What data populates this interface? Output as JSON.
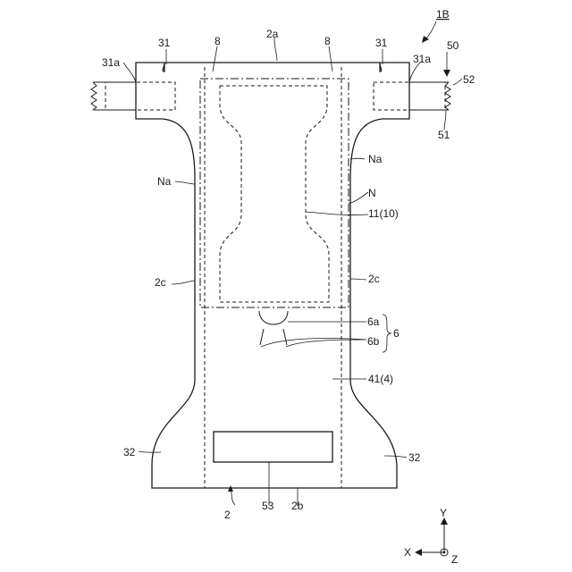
{
  "labels": {
    "fig_ref": "1B",
    "l31_left": "31",
    "l8_left": "8",
    "l2a": "2a",
    "l8_right": "8",
    "l31_right": "31",
    "l50": "50",
    "l31a_left": "31a",
    "l31a_right": "31a",
    "l52": "52",
    "l51": "51",
    "na_right": "Na",
    "na_left": "Na",
    "n": "N",
    "l11": "11(10)",
    "l2c_left": "2c",
    "l2c_right": "2c",
    "l6a": "6a",
    "l6": "6",
    "l6b": "6b",
    "l41": "41(4)",
    "l32_left": "32",
    "l32_right": "32",
    "l2": "2",
    "l53": "53",
    "l2b": "2b",
    "axis_y": "Y",
    "axis_x": "X",
    "axis_z": "Z"
  }
}
